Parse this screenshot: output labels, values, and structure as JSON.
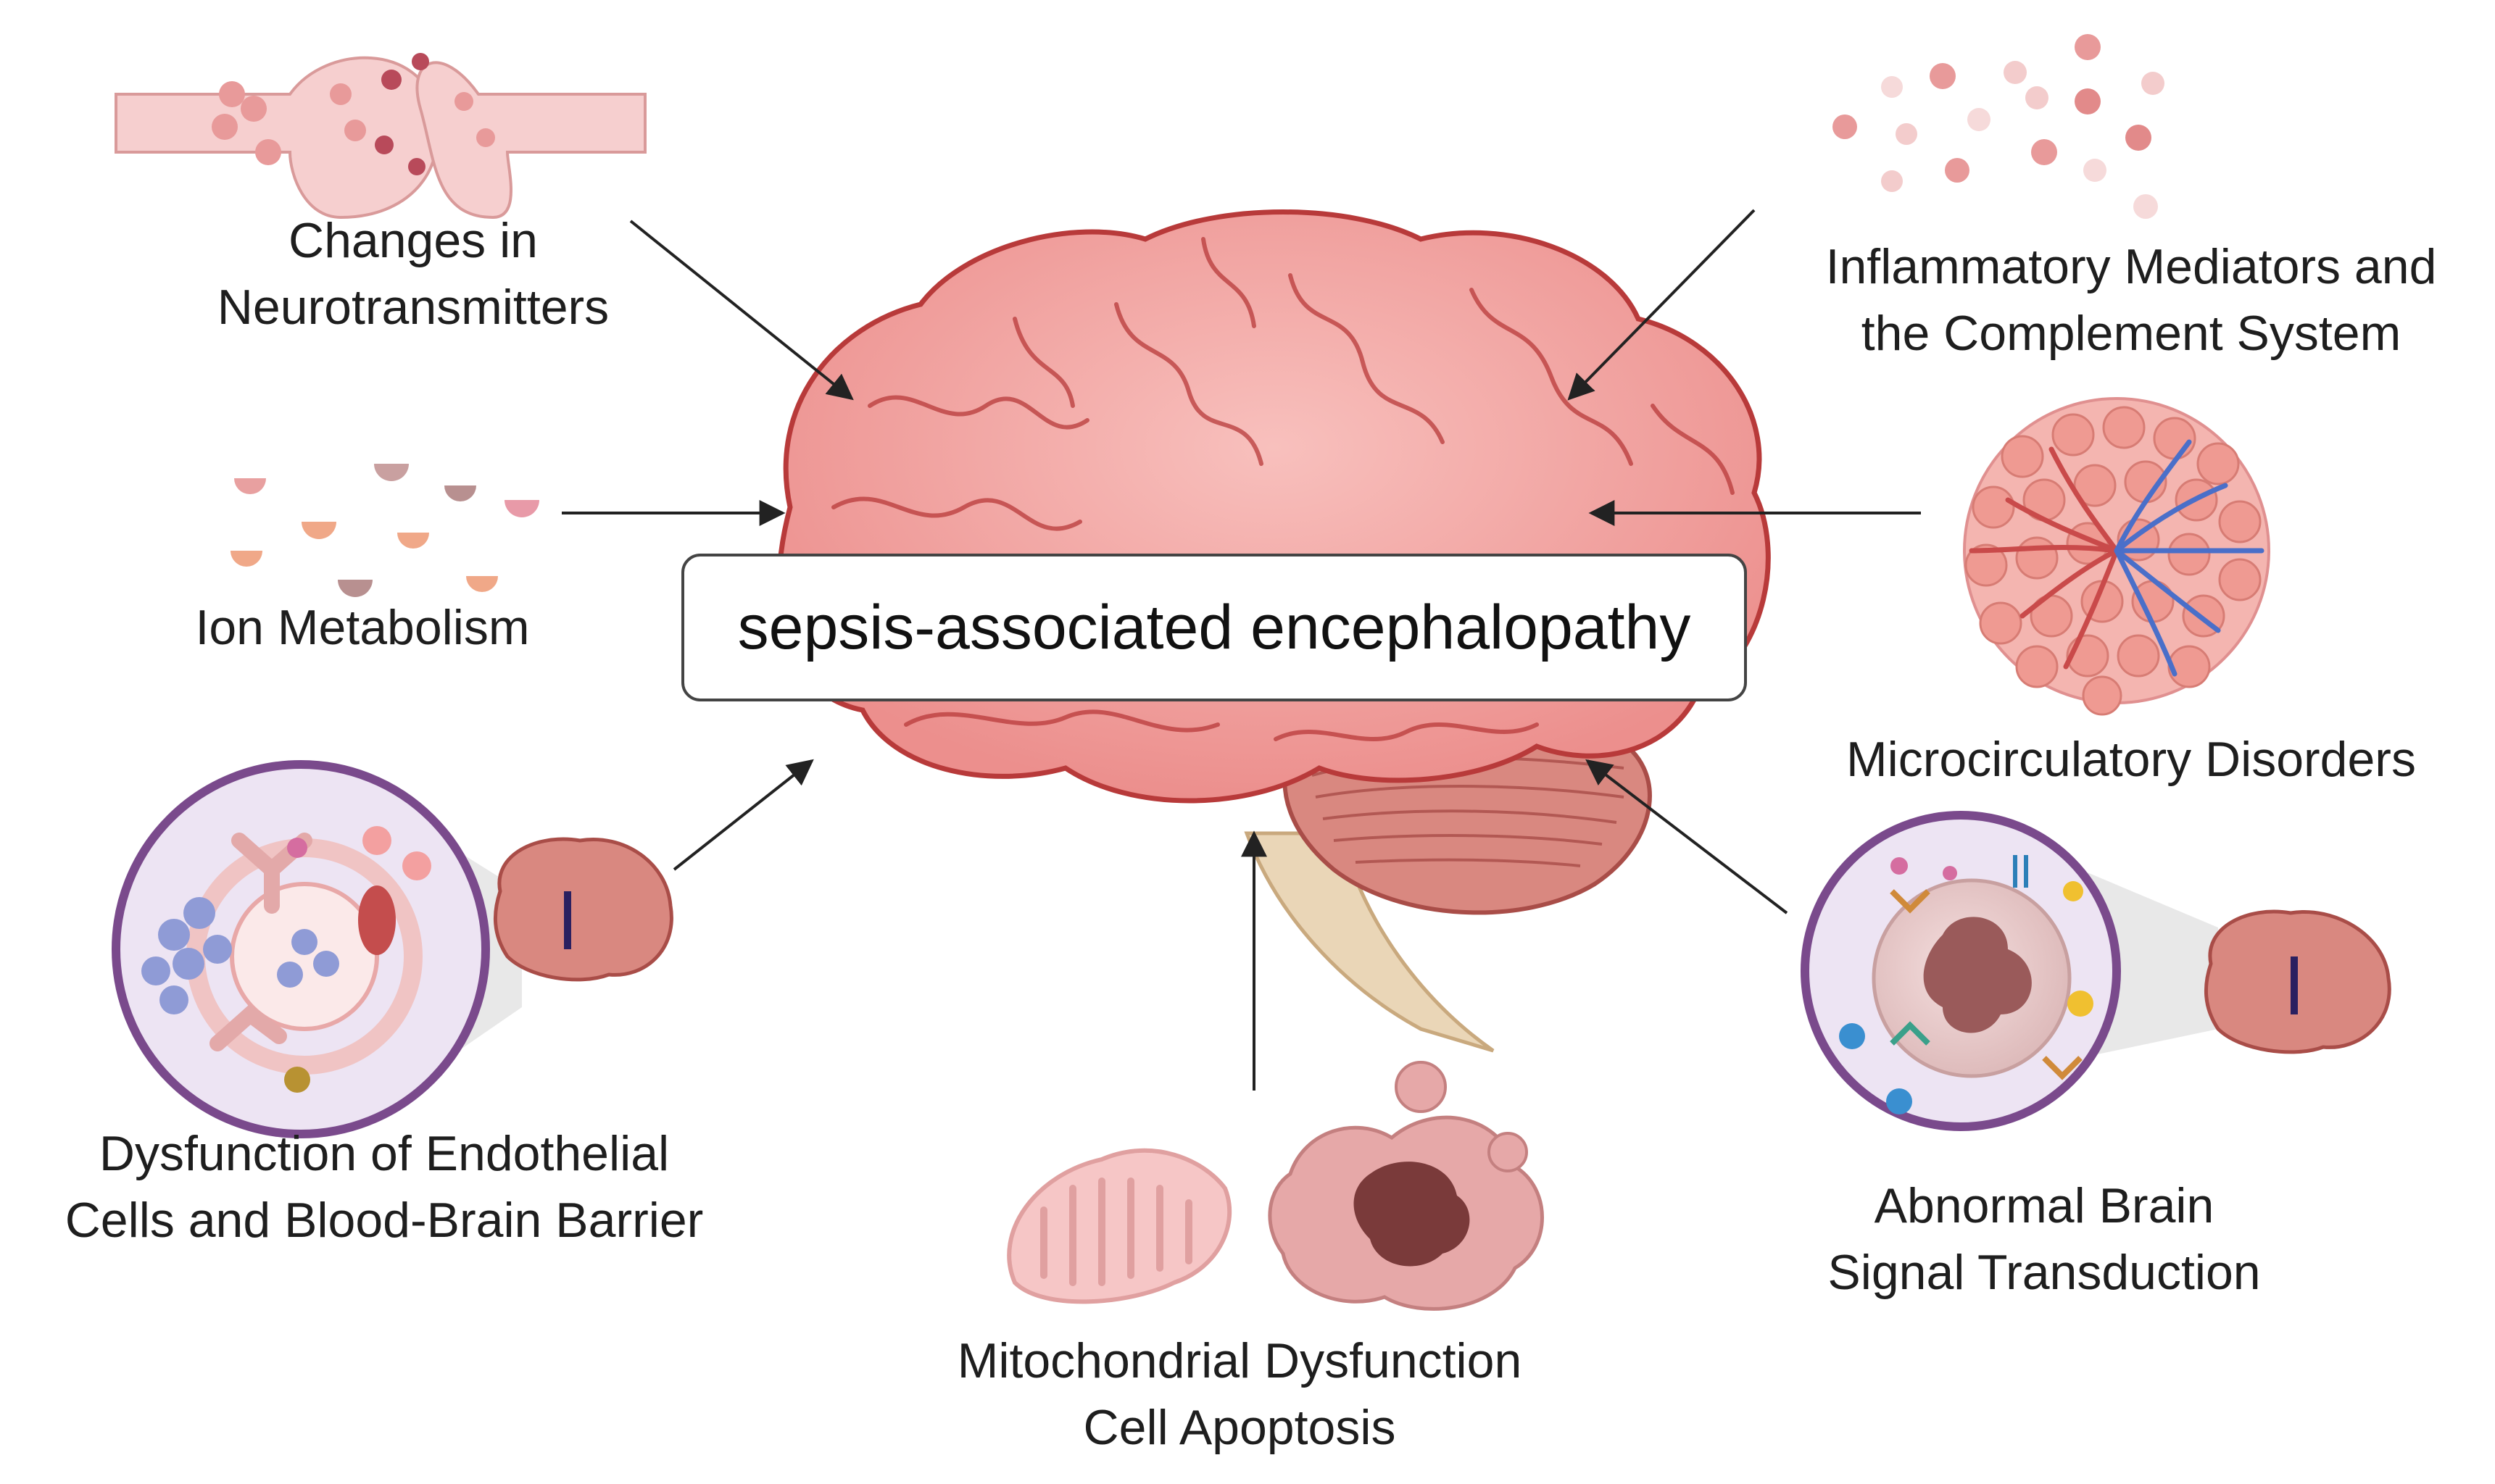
{
  "center": {
    "label": "sepsis-associated encephalopathy"
  },
  "factors": {
    "neurotransmitters": {
      "lines": [
        "Changes in",
        "Neurotransmitters"
      ]
    },
    "inflammatory": {
      "lines": [
        "Inflammatory Mediators and",
        "the Complement System"
      ]
    },
    "ion": {
      "lines": [
        "Ion Metabolism"
      ]
    },
    "microcirculatory": {
      "lines": [
        "Microcirculatory Disorders"
      ]
    },
    "endothelial": {
      "lines": [
        "Dysfunction of Endothelial",
        "Cells and Blood-Brain Barrier"
      ]
    },
    "signal": {
      "lines": [
        "Abnormal Brain",
        "Signal Transduction"
      ]
    },
    "mitochondrial": {
      "lines": [
        "Mitochondrial Dysfunction",
        "Cell Apoptosis"
      ]
    }
  },
  "colors": {
    "brain_fill": "#f2a3a3",
    "brain_outline": "#b83a3a",
    "cerebellum": "#d98880",
    "brainstem": "#ead6b7",
    "circle_border": "#7a4a8c",
    "circle_fill": "#ede4f3",
    "vessel_red": "#c94a4a",
    "vessel_blue": "#4a6fc9",
    "arrow": "#222222"
  }
}
